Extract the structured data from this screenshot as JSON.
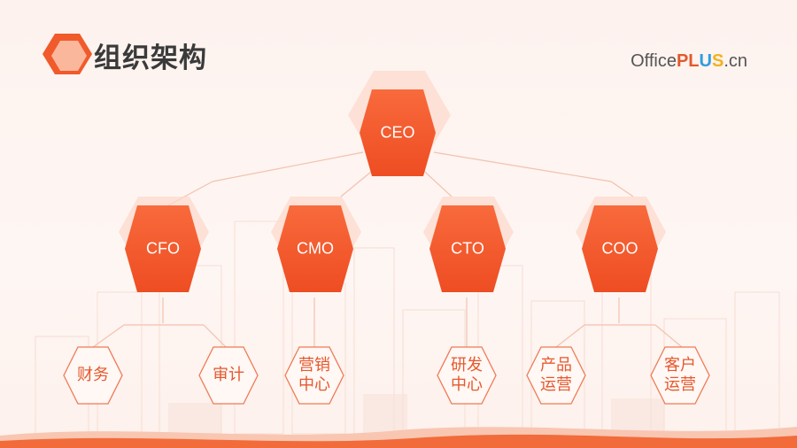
{
  "header": {
    "title": "组织架构",
    "brand_prefix": "Office",
    "brand_pl": "PL",
    "brand_u": "U",
    "brand_s": "S",
    "brand_suffix": ".cn"
  },
  "colors": {
    "accent": "#f15a2b",
    "accent_light": "#fbd0c0",
    "line": "#f0b8a3",
    "text_dark": "#3a3a3a"
  },
  "org": {
    "root": {
      "label": "CEO"
    },
    "level2": [
      {
        "label": "CFO"
      },
      {
        "label": "CMO"
      },
      {
        "label": "CTO"
      },
      {
        "label": "COO"
      }
    ],
    "leaves": [
      {
        "line1": "财务",
        "line2": ""
      },
      {
        "line1": "审计",
        "line2": ""
      },
      {
        "line1": "营销",
        "line2": "中心"
      },
      {
        "line1": "研发",
        "line2": "中心"
      },
      {
        "line1": "产品",
        "line2": "运营"
      },
      {
        "line1": "客户",
        "line2": "运营"
      }
    ]
  }
}
